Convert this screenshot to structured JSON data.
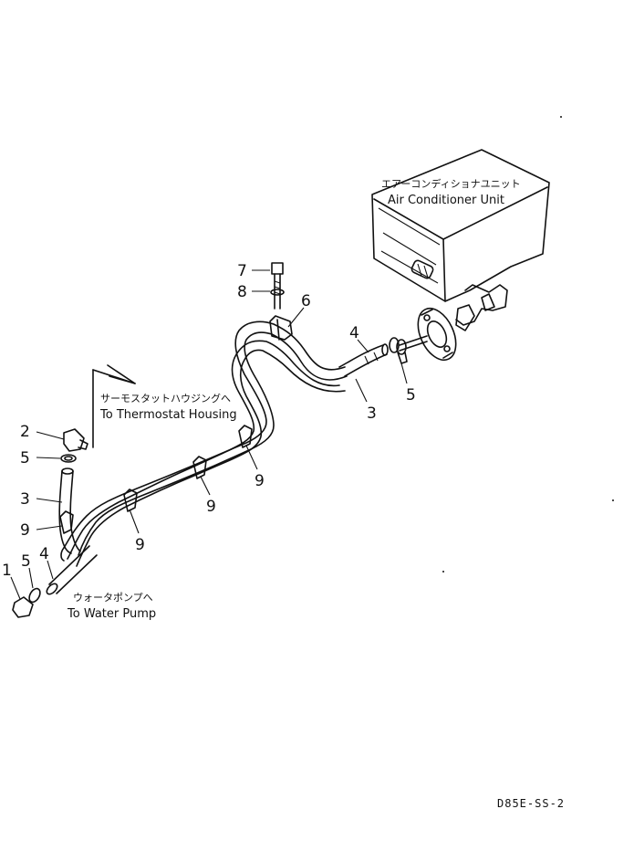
{
  "callouts": {
    "ac_unit_jp": "エアーコンディショナユニット",
    "ac_unit_en": "Air Conditioner Unit",
    "thermostat_jp": "サーモスタットハウジングへ",
    "thermostat_en": "To Thermostat Housing",
    "water_pump_jp": "ウォータポンプへ",
    "water_pump_en": "To Water Pump"
  },
  "part_numbers": {
    "p7": "7",
    "p8": "8",
    "p6": "6",
    "p4_right": "4",
    "p5_right": "5",
    "p3_right": "3",
    "p2": "2",
    "p5_left": "5",
    "p3_left": "3",
    "p9_left": "9",
    "p9_a": "9",
    "p9_b": "9",
    "p9_c": "9",
    "p1": "1",
    "p5_bottom": "5",
    "p4_bottom": "4"
  },
  "drawing_code": "D85E-SS-2"
}
